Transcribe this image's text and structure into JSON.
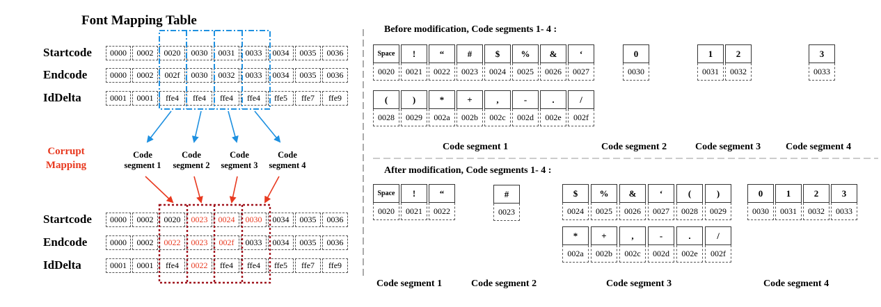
{
  "left": {
    "title": "Font Mapping Table",
    "row_labels": [
      "Startcode",
      "Endcode",
      "IdDelta"
    ],
    "top_rows": [
      [
        "0000",
        "0002",
        "0020",
        "0030",
        "0031",
        "0033",
        "0034",
        "0035",
        "0036"
      ],
      [
        "0000",
        "0002",
        "002f",
        "0030",
        "0032",
        "0033",
        "0034",
        "0035",
        "0036"
      ],
      [
        "0001",
        "0001",
        "ffe4",
        "ffe4",
        "ffe4",
        "ffe4",
        "ffe5",
        "ffe7",
        "ffe9"
      ]
    ],
    "corrupt_label": [
      "Corrupt",
      "Mapping"
    ],
    "segments": [
      [
        "Code",
        "segment 1"
      ],
      [
        "Code",
        "segment 2"
      ],
      [
        "Code",
        "segment 3"
      ],
      [
        "Code",
        "segment 4"
      ]
    ],
    "bottom_rows": [
      [
        "0000",
        "0002",
        "0020",
        "0023",
        "0024",
        "0030",
        "0034",
        "0035",
        "0036"
      ],
      [
        "0000",
        "0002",
        "0022",
        "0023",
        "002f",
        "0033",
        "0034",
        "0035",
        "0036"
      ],
      [
        "0001",
        "0001",
        "ffe4",
        "0022",
        "ffe4",
        "ffe4",
        "ffe5",
        "ffe7",
        "ffe9"
      ]
    ],
    "bottom_red": [
      [
        false,
        false,
        false,
        true,
        true,
        true,
        false,
        false,
        false
      ],
      [
        false,
        false,
        true,
        true,
        true,
        false,
        false,
        false,
        false
      ],
      [
        false,
        false,
        false,
        true,
        false,
        false,
        false,
        false,
        false
      ]
    ],
    "colors": {
      "blue": "#1e90e0",
      "red_arrow": "#e8391f",
      "dark_red": "#a0141e",
      "red_text": "#e8391f"
    }
  },
  "before": {
    "title": "Before modification, Code segments 1- 4 :",
    "seg1_row1": {
      "chars": [
        "Space",
        "!",
        "“",
        "#",
        "$",
        "%",
        "&",
        "‘"
      ],
      "codes": [
        "0020",
        "0021",
        "0022",
        "0023",
        "0024",
        "0025",
        "0026",
        "0027"
      ]
    },
    "seg1_row2": {
      "chars": [
        "(",
        ")",
        "*",
        "+",
        ",",
        "-",
        ".",
        "/"
      ],
      "codes": [
        "0028",
        "0029",
        "002a",
        "002b",
        "002c",
        "002d",
        "002e",
        "002f"
      ]
    },
    "seg2": {
      "chars": [
        "0"
      ],
      "codes": [
        "0030"
      ]
    },
    "seg3": {
      "chars": [
        "1",
        "2"
      ],
      "codes": [
        "0031",
        "0032"
      ]
    },
    "seg4": {
      "chars": [
        "3"
      ],
      "codes": [
        "0033"
      ]
    },
    "labels": [
      "Code segment 1",
      "Code segment 2",
      "Code segment 3",
      "Code segment 4"
    ]
  },
  "after": {
    "title": "After modification, Code segments 1- 4 :",
    "seg1": {
      "chars": [
        "Space",
        "!",
        "“"
      ],
      "codes": [
        "0020",
        "0021",
        "0022"
      ]
    },
    "seg2": {
      "chars": [
        "#"
      ],
      "codes": [
        "0023"
      ]
    },
    "seg3_row1": {
      "chars": [
        "$",
        "%",
        "&",
        "‘",
        "(",
        ")"
      ],
      "codes": [
        "0024",
        "0025",
        "0026",
        "0027",
        "0028",
        "0029"
      ]
    },
    "seg3_row2": {
      "chars": [
        "*",
        "+",
        ",",
        "-",
        ".",
        "/"
      ],
      "codes": [
        "002a",
        "002b",
        "002c",
        "002d",
        "002e",
        "002f"
      ]
    },
    "seg4": {
      "chars": [
        "0",
        "1",
        "2",
        "3"
      ],
      "codes": [
        "0030",
        "0031",
        "0032",
        "0033"
      ]
    },
    "labels": [
      "Code segment 1",
      "Code segment 2",
      "Code segment 3",
      "Code segment 4"
    ]
  }
}
